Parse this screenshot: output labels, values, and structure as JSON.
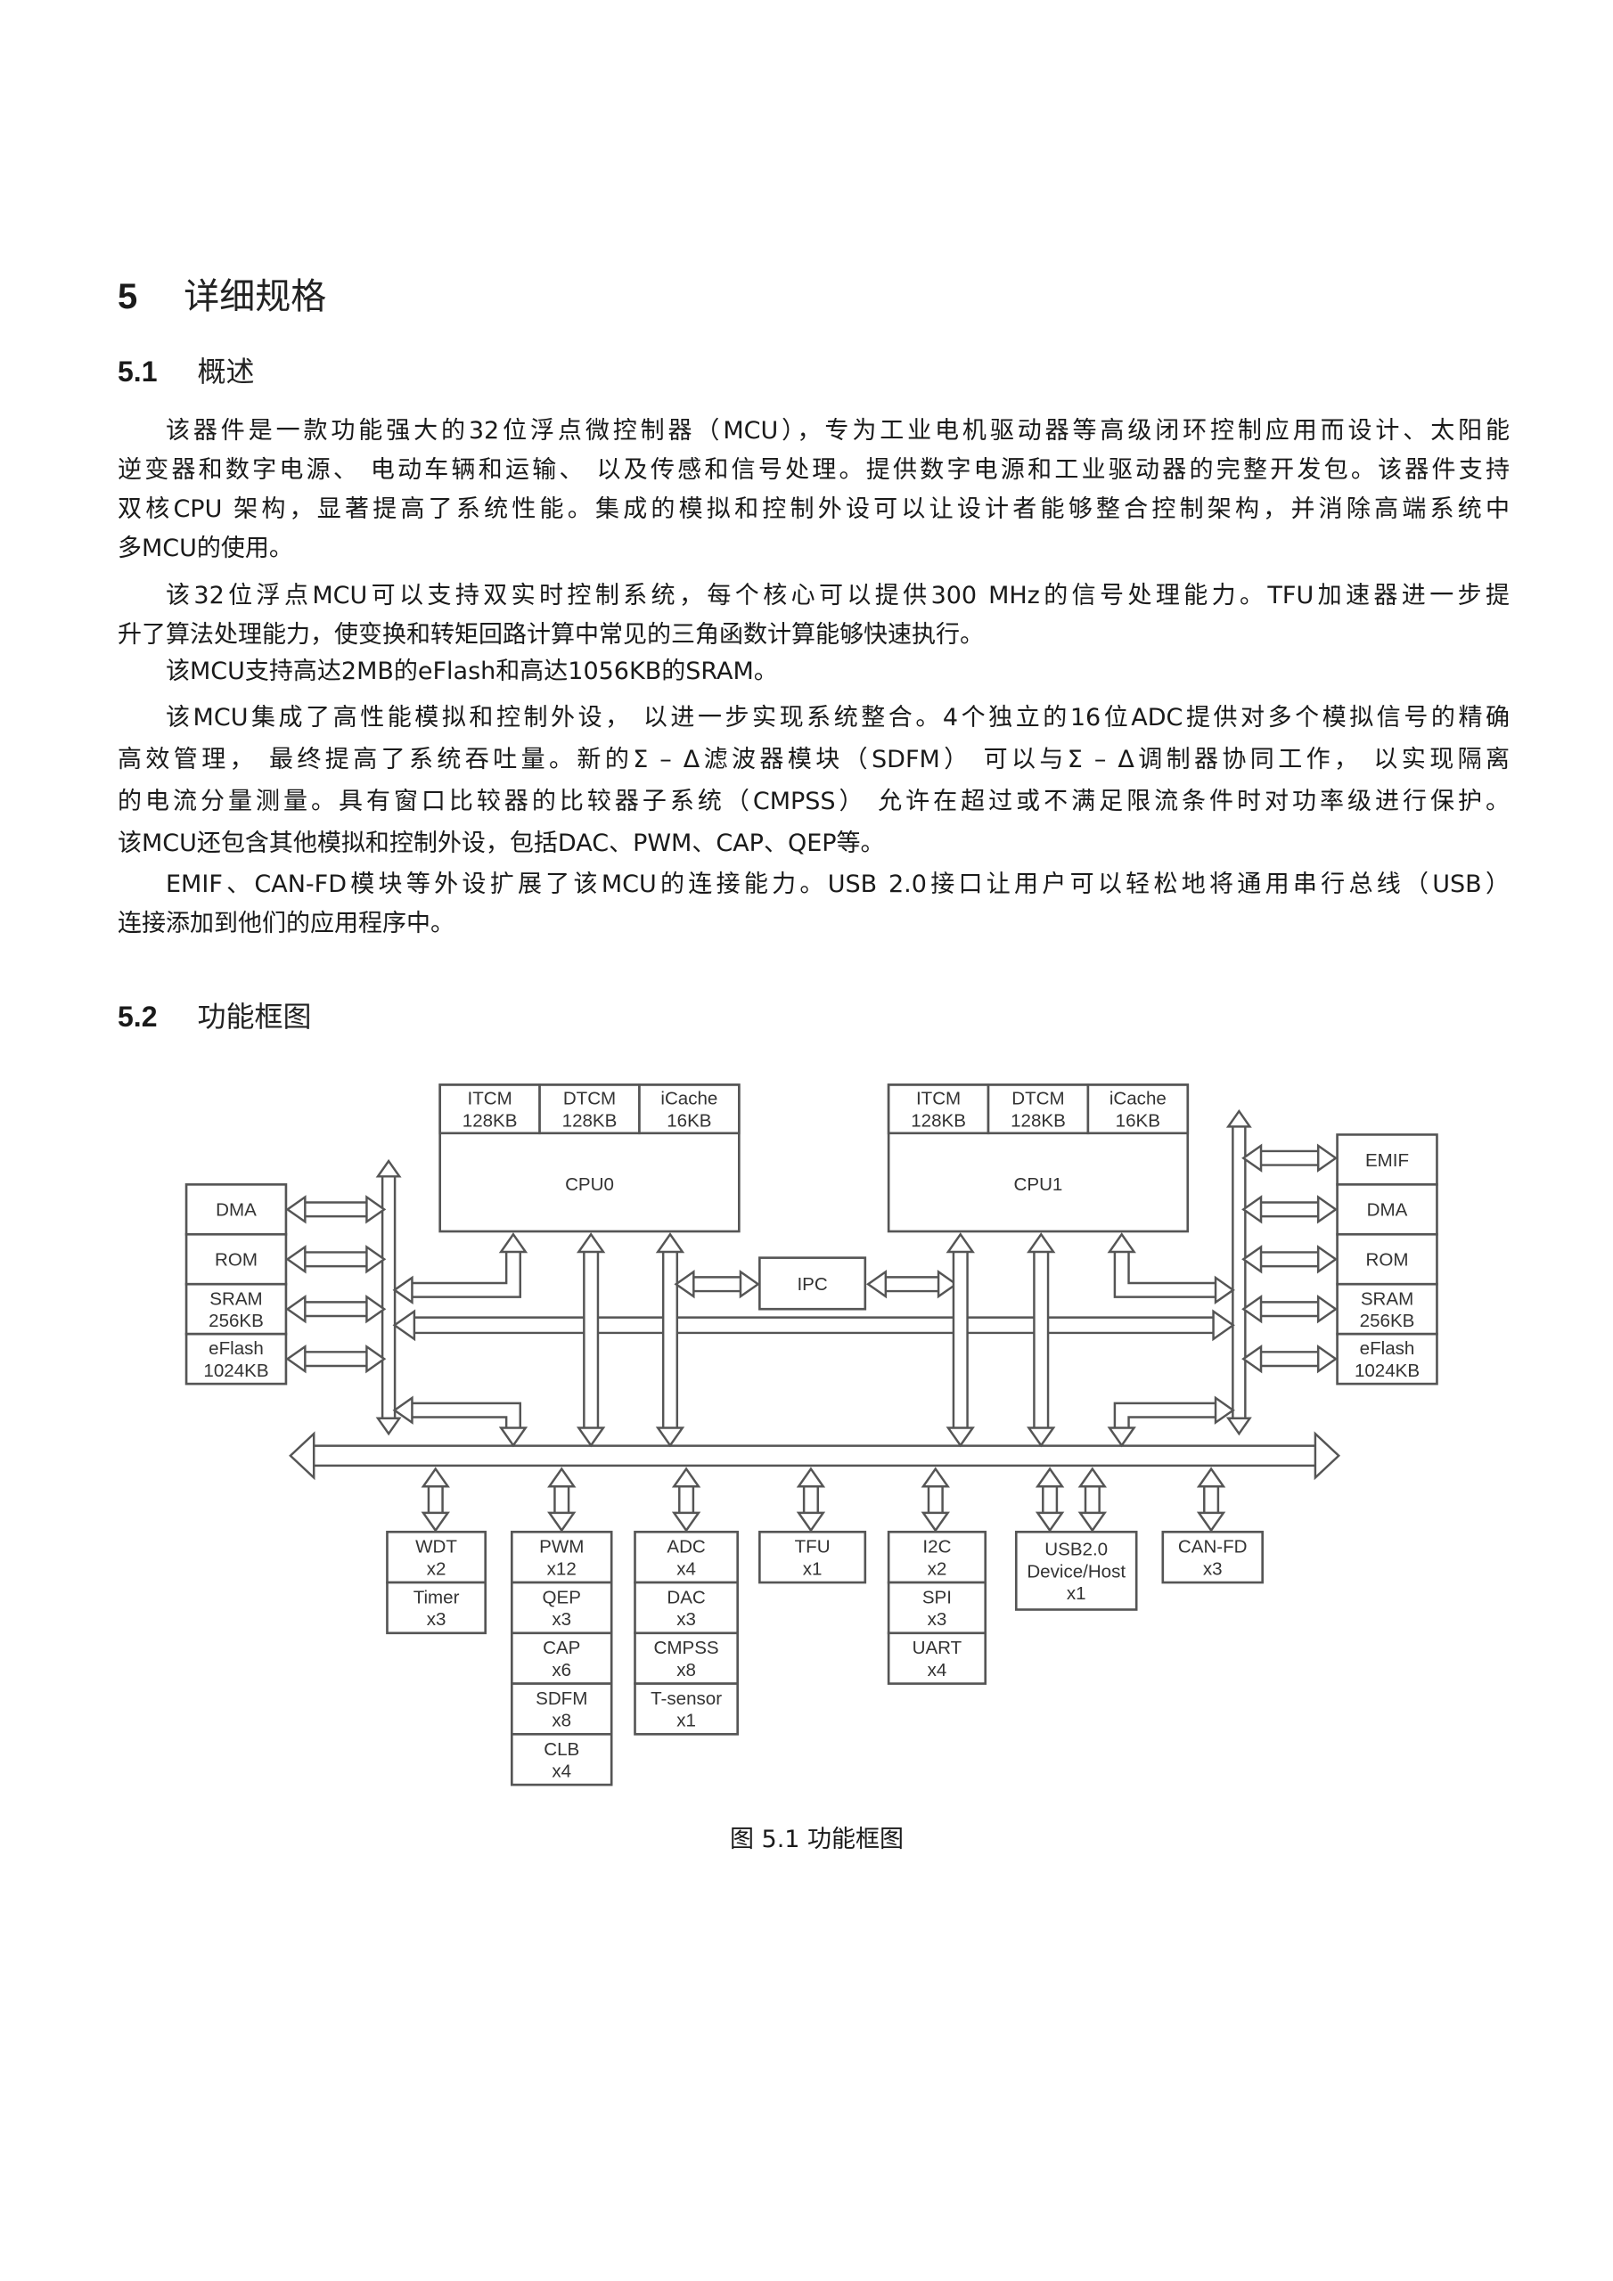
{
  "section": {
    "number": "5",
    "title": "详细规格"
  },
  "overview": {
    "number": "5.1",
    "title": "概述",
    "paragraphs": [
      [
        "该器件是一款功能强大的32位浮点微控制器（MCU），专为工业电机驱动器等高级闭环控制应用而设计、太阳能",
        "逆变器和数字电源、 电动车辆和运输、 以及传感和信号处理。提供数字电源和工业驱动器的完整开发包。该器件支持",
        "双核CPU 架构，显著提高了系统性能。集成的模拟和控制外设可以让设计者能够整合控制架构，并消除高端系统中",
        "多MCU的使用。"
      ],
      [
        "该32位浮点MCU可以支持双实时控制系统，每个核心可以提供300 MHz的信号处理能力。TFU加速器进一步提",
        "升了算法处理能力，使变换和转矩回路计算中常见的三角函数计算能够快速执行。"
      ],
      [
        "该MCU支持高达2MB的eFlash和高达1056KB的SRAM。"
      ],
      [
        "该MCU集成了高性能模拟和控制外设， 以进一步实现系统整合。4个独立的16位ADC提供对多个模拟信号的精确",
        "高效管理， 最终提高了系统吞吐量。新的Σ – Δ滤波器模块（SDFM） 可以与Σ – Δ调制器协同工作， 以实现隔离",
        "的电流分量测量。具有窗口比较器的比较器子系统（CMPSS） 允许在超过或不满足限流条件时对功率级进行保护。",
        "该MCU还包含其他模拟和控制外设，包括DAC、PWM、CAP、QEP等。"
      ],
      [
        "EMIF、CAN-FD模块等外设扩展了该MCU的连接能力。USB 2.0接口让用户可以轻松地将通用串行总线（USB）",
        "连接添加到他们的应用程序中。"
      ]
    ]
  },
  "block_diagram": {
    "number": "5.2",
    "title": "功能框图",
    "caption": "图 5.1 功能框图",
    "cpus": [
      {
        "name": "CPU0",
        "memories": [
          [
            "ITCM",
            "128KB"
          ],
          [
            "DTCM",
            "128KB"
          ],
          [
            "iCache",
            "16KB"
          ]
        ]
      },
      {
        "name": "CPU1",
        "memories": [
          [
            "ITCM",
            "128KB"
          ],
          [
            "DTCM",
            "128KB"
          ],
          [
            "iCache",
            "16KB"
          ]
        ]
      }
    ],
    "ipc": "IPC",
    "left_memories": [
      [
        "DMA"
      ],
      [
        "ROM"
      ],
      [
        "SRAM",
        "256KB"
      ],
      [
        "eFlash",
        "1024KB"
      ]
    ],
    "right_memories": [
      [
        "EMIF"
      ],
      [
        "DMA"
      ],
      [
        "ROM"
      ],
      [
        "SRAM",
        "256KB"
      ],
      [
        "eFlash",
        "1024KB"
      ]
    ],
    "peripherals": [
      [
        [
          "WDT",
          "x2"
        ],
        [
          "Timer",
          "x3"
        ]
      ],
      [
        [
          "PWM",
          "x12"
        ],
        [
          "QEP",
          "x3"
        ],
        [
          "CAP",
          "x6"
        ],
        [
          "SDFM",
          "x8"
        ],
        [
          "CLB",
          "x4"
        ]
      ],
      [
        [
          "ADC",
          "x4"
        ],
        [
          "DAC",
          "x3"
        ],
        [
          "CMPSS",
          "x8"
        ],
        [
          "T-sensor",
          "x1"
        ]
      ],
      [
        [
          "TFU",
          "x1"
        ]
      ],
      [
        [
          "I2C",
          "x2"
        ],
        [
          "SPI",
          "x3"
        ],
        [
          "UART",
          "x4"
        ]
      ],
      [
        [
          "USB2.0",
          "Device/Host",
          "x1"
        ]
      ],
      [
        [
          "CAN-FD",
          "x3"
        ]
      ]
    ],
    "colors": {
      "line": "#555555",
      "fill": "#ffffff"
    }
  }
}
